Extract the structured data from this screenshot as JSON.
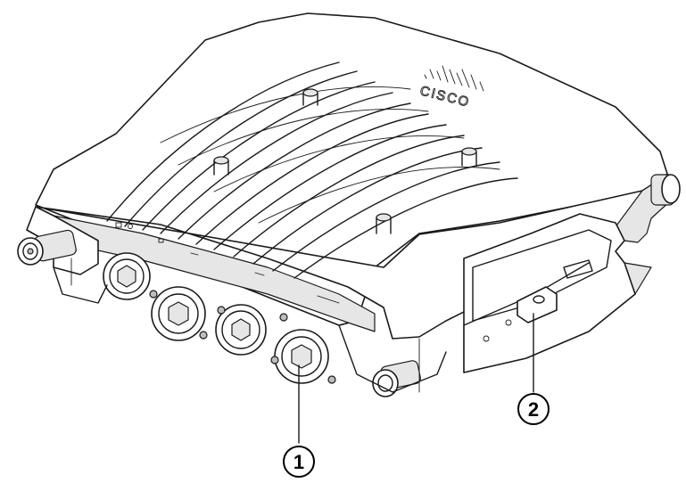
{
  "image": {
    "brand_logo_text": "CISCO"
  },
  "callouts": [
    {
      "label": "1"
    },
    {
      "label": "2"
    }
  ]
}
